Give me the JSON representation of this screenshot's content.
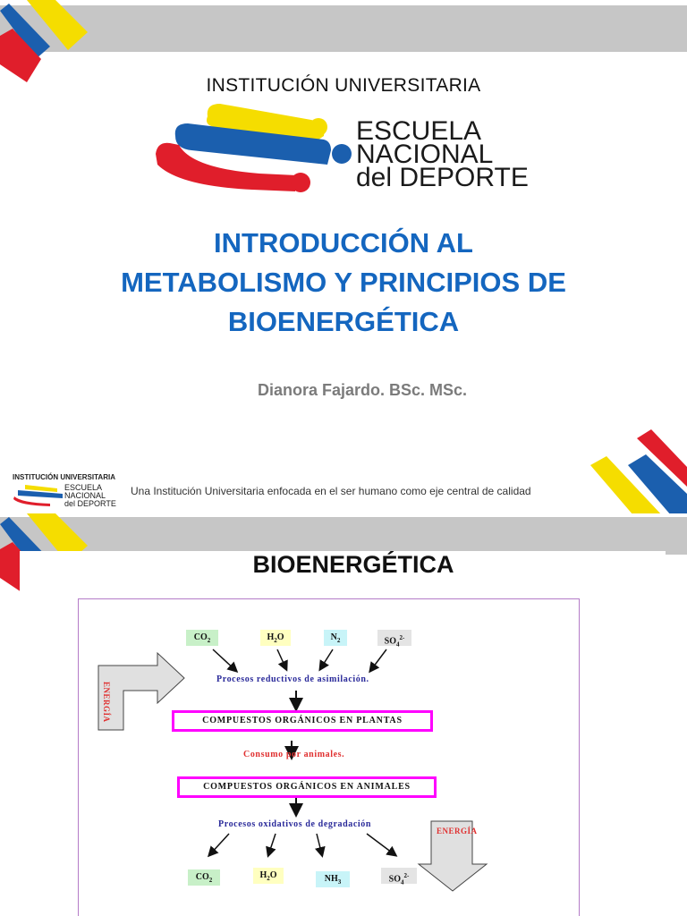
{
  "slide1": {
    "institution_label": "INSTITUCIÓN UNIVERSITARIA",
    "logo_lines": [
      "ESCUELA",
      "NACIONAL",
      "del DEPORTE"
    ],
    "title_lines": [
      "INTRODUCCIÓN AL",
      "METABOLISMO Y PRINCIPIOS DE",
      "BIOENERGÉTICA"
    ],
    "author": "Dianora Fajardo. BSc. MSc.",
    "footer": {
      "institution_label": "INSTITUCIÓN UNIVERSITARIA",
      "logo_lines": [
        "ESCUELA",
        "NACIONAL",
        "del DEPORTE"
      ],
      "tagline": "Una Institución Universitaria enfocada en el ser humano como eje central de calidad"
    }
  },
  "slide2": {
    "title": "BIOENERGÉTICA",
    "diagram": {
      "inputs": [
        {
          "base": "CO",
          "sub": "2",
          "sup": "",
          "color": "#c8f0c8"
        },
        {
          "base": "H",
          "sub": "2",
          "sup": "",
          "tail": "O",
          "color": "#ffffc0"
        },
        {
          "base": "N",
          "sub": "2",
          "sup": "",
          "color": "#c8f4f8"
        },
        {
          "base": "SO",
          "sub": "4",
          "sup": "2-",
          "color": "#e4e4e4"
        }
      ],
      "process_assimilation": "Procesos reductivos de asimilación.",
      "plants_box": "COMPUESTOS ORGÁNICOS EN PLANTAS",
      "consumption": "Consumo por animales.",
      "animals_box": "COMPUESTOS ORGÁNICOS EN ANIMALES",
      "process_degradation": "Procesos oxidativos de degradación",
      "outputs": [
        {
          "base": "CO",
          "sub": "2",
          "sup": "",
          "color": "#c8f0c8"
        },
        {
          "base": "H",
          "sub": "2",
          "sup": "",
          "tail": "O",
          "color": "#ffffc0"
        },
        {
          "base": "NH",
          "sub": "3",
          "sup": "",
          "color": "#c8f4f8"
        },
        {
          "base": "SO",
          "sub": "4",
          "sup": "2-",
          "color": "#e4e4e4"
        }
      ],
      "energy_in": "ENERGÍA",
      "energy_out": "ENERGÍA"
    }
  },
  "colors": {
    "title_blue": "#1466bf",
    "flag_yellow": "#f5dd00",
    "flag_blue": "#1b5fae",
    "flag_red": "#e01e2b",
    "box_border": "#ff00ff",
    "process_blue": "#2a2a9a",
    "consumption_red": "#e03030"
  }
}
